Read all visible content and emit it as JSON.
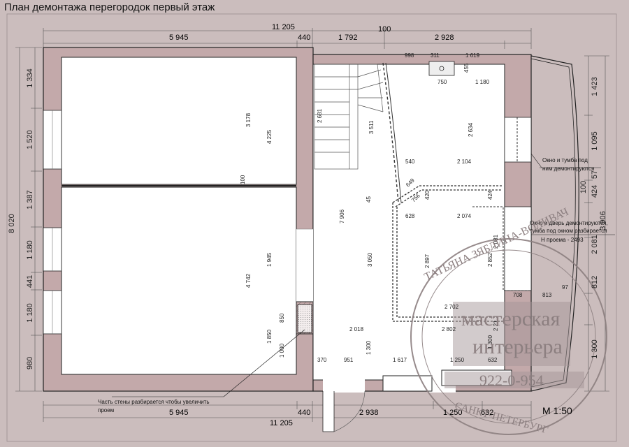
{
  "title": "План демонтажа перегородок первый этаж",
  "scale": "М 1:50",
  "top_dims": {
    "total": "11 205",
    "d1": "5 945",
    "d2": "440",
    "d3": "1 792",
    "d4": "100",
    "d5": "2 928"
  },
  "bottom_dims": {
    "total": "11 205",
    "d1": "5 945",
    "d2": "440",
    "d3": "2 938",
    "d4": "1 250",
    "d5": "632"
  },
  "left_dims": {
    "total": "8 020",
    "d1": "1 334",
    "d2": "1 520",
    "d3": "1 387",
    "d4": "1 180",
    "d5": "441",
    "d6": "1 180",
    "d7": "980"
  },
  "right_dims": {
    "d1": "1 423",
    "d2": "1 095",
    "d3": "57",
    "d4": "424",
    "d5": "100",
    "d6": "3 906",
    "d7": "2 081",
    "d8": "812",
    "d9": "1 300"
  },
  "inner_dims": {
    "k998": "998",
    "k311": "311",
    "k1619": "1 619",
    "k455": "455",
    "k750": "750",
    "k1180": "1 180",
    "k2634": "2 634",
    "k540": "540",
    "k2104": "2 104",
    "k649": "649",
    "k756": "756",
    "k420": "420",
    "k424": "424",
    "k628": "628",
    "k2074": "2 074",
    "k2897": "2 897",
    "k2081": "2 081",
    "k2852": "2 852",
    "k708": "708",
    "k813": "813",
    "k97": "97",
    "k2702": "2 702",
    "k2802": "2 802",
    "k2218": "2 21",
    "k1300a": "1 300",
    "k2681": "2 681",
    "k3511": "3 511",
    "k7906": "7 906",
    "k45": "45",
    "k3050": "3 050",
    "k2018": "2 018",
    "k1300b": "1 300",
    "k370": "370",
    "k951": "951",
    "k1617": "1 617",
    "k1250": "1 250",
    "k632": "632",
    "k3178": "3 178",
    "k4225": "4 225",
    "k100": "100",
    "k4742": "4 742",
    "k1945": "1 945",
    "k1850": "1 850",
    "k850": "850",
    "k1000": "1 000"
  },
  "notes": {
    "window1_l1": "Окно и тумба под",
    "window1_l2": "ним демонтируются",
    "window2_l1": "Окно и дверь демонтируются,",
    "window2_l2": "тумба под окном разбирается",
    "window2_l3": "Н проема - 2493",
    "wall_l1": "Часть стены разбирается чтобы увеличить",
    "wall_l2": "проем"
  },
  "stamp": {
    "outer_top": "ТАТЬЯНА ЗЯБЛИНА-ВОЛИВАЧ",
    "outer_bottom": "САНКТ-ПЕТЕРБУРГ",
    "line1": "мастерская",
    "line2": "интерьера",
    "phone": "922-0-954"
  },
  "colors": {
    "background": "#cbbdbd",
    "wall_fill": "#c3a9aa",
    "room_fill": "#ffffff"
  }
}
